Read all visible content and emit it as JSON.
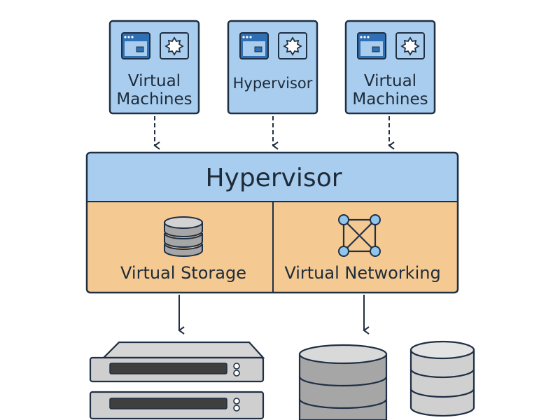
{
  "colors": {
    "outline": "#1f2f44",
    "vm_fill": "#a9cdee",
    "hypervisor_fill": "#a9cdee",
    "section_fill": "#f5c992",
    "icon_window_fill": "#2f6fb3",
    "storage_gray": "#a6a6a6",
    "network_node": "#8fc6ee"
  },
  "vm_boxes": [
    {
      "line1": "Virtual",
      "line2": "Machines"
    },
    {
      "line1": "Hypervisor",
      "line2": ""
    },
    {
      "line1": "Virtual",
      "line2": "Machines"
    }
  ],
  "hypervisor": {
    "title": "Hypervisor",
    "storage_label": "Virtual Storage",
    "storage_icon": "database-icon",
    "network_label": "Virtual Networking",
    "network_icon": "network-topology-icon"
  },
  "hardware": {
    "servers": [
      "rack-server-icon",
      "rack-server-icon"
    ],
    "databases": [
      "database-cylinder-icon",
      "database-cylinder-icon"
    ]
  }
}
